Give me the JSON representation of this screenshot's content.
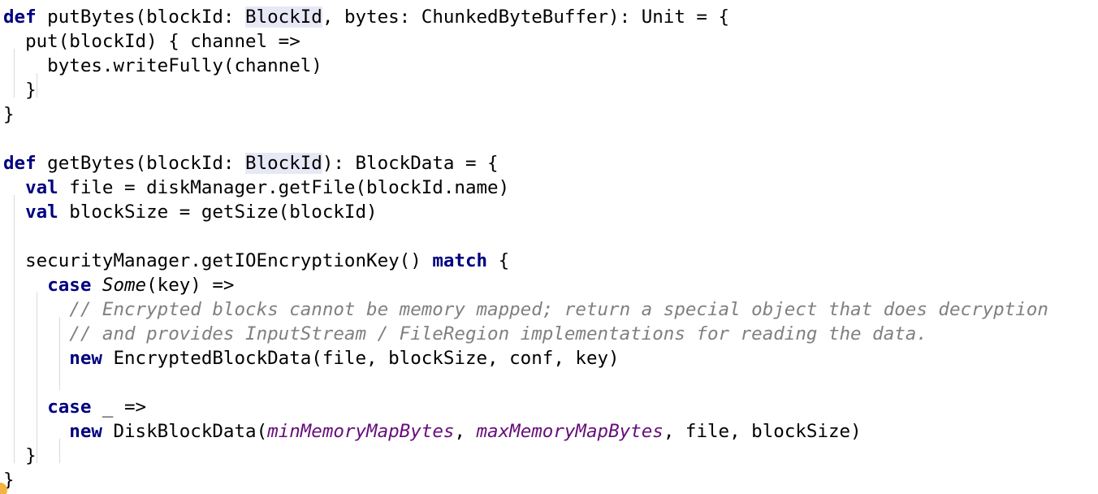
{
  "code": {
    "lines": [
      [
        {
          "t": "def",
          "c": "kw"
        },
        {
          "t": " putBytes(blockId: "
        },
        {
          "t": "BlockId",
          "c": "hl"
        },
        {
          "t": ", bytes: ChunkedByteBuffer): Unit = {"
        }
      ],
      [
        {
          "t": "  put(blockId) { channel =>"
        }
      ],
      [
        {
          "t": "    bytes.writeFully(channel)"
        }
      ],
      [
        {
          "t": "  }"
        }
      ],
      [
        {
          "t": "}"
        }
      ],
      [],
      [
        {
          "t": "def",
          "c": "kw"
        },
        {
          "t": " getBytes(blockId: "
        },
        {
          "t": "BlockId",
          "c": "hl"
        },
        {
          "t": "): BlockData = {"
        }
      ],
      [
        {
          "t": "  "
        },
        {
          "t": "val",
          "c": "kw"
        },
        {
          "t": " file = diskManager.getFile(blockId.name)"
        }
      ],
      [
        {
          "t": "  "
        },
        {
          "t": "val",
          "c": "kw"
        },
        {
          "t": " blockSize = getSize(blockId)"
        }
      ],
      [],
      [
        {
          "t": "  securityManager.getIOEncryptionKey() "
        },
        {
          "t": "match",
          "c": "kw"
        },
        {
          "t": " {"
        }
      ],
      [
        {
          "t": "    "
        },
        {
          "t": "case",
          "c": "kw"
        },
        {
          "t": " "
        },
        {
          "t": "Some",
          "c": "italic"
        },
        {
          "t": "(key) =>"
        }
      ],
      [
        {
          "t": "      "
        },
        {
          "t": "// Encrypted blocks cannot be memory mapped; return a special object that does decryption",
          "c": "comment"
        }
      ],
      [
        {
          "t": "      "
        },
        {
          "t": "// and provides InputStream / FileRegion implementations for reading the data.",
          "c": "comment"
        }
      ],
      [
        {
          "t": "      "
        },
        {
          "t": "new",
          "c": "kw"
        },
        {
          "t": " EncryptedBlockData(file, blockSize, conf, key)"
        }
      ],
      [],
      [
        {
          "t": "    "
        },
        {
          "t": "case",
          "c": "kw"
        },
        {
          "t": " _ =>"
        }
      ],
      [
        {
          "t": "      "
        },
        {
          "t": "new",
          "c": "kw"
        },
        {
          "t": " DiskBlockData("
        },
        {
          "t": "minMemoryMapBytes",
          "c": "field"
        },
        {
          "t": ", "
        },
        {
          "t": "maxMemoryMapBytes",
          "c": "field"
        },
        {
          "t": ", file, blockSize)"
        }
      ],
      [
        {
          "t": "  }"
        }
      ],
      [
        {
          "t": "}"
        }
      ]
    ]
  },
  "colors": {
    "keyword": "#000080",
    "comment": "#808080",
    "field": "#660e7a",
    "highlight_bg": "#e7e8f5",
    "indent_guide": "#d9d9d9",
    "gutter_marker": "#f3b33d"
  }
}
